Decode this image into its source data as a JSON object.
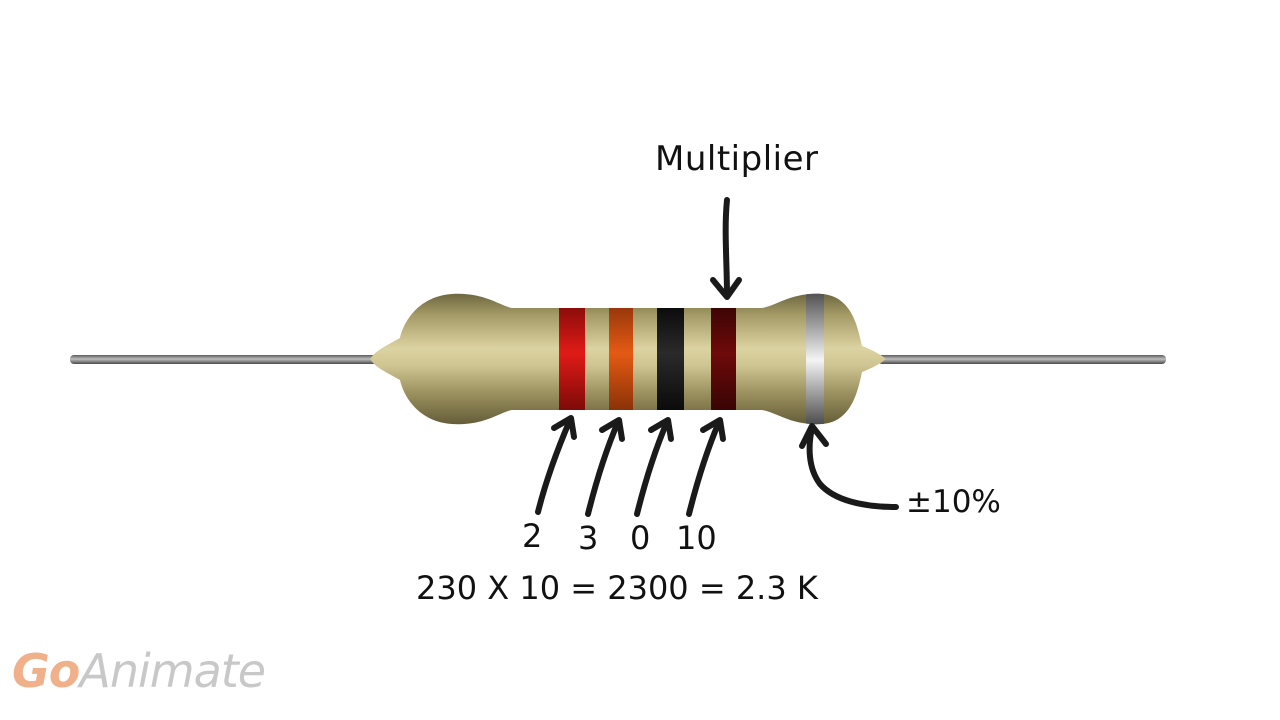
{
  "labels": {
    "multiplier": "Multiplier",
    "tolerance": "±10%",
    "band_values": [
      "2",
      "3",
      "0",
      "10"
    ],
    "equation": "230 X 10 = 2300 = 2.3 K"
  },
  "logo": {
    "go": "Go",
    "animate": "Animate",
    "go_color": "#f0b08a",
    "animate_color": "#c8c8c8"
  },
  "colors": {
    "body": "#b8ad7c",
    "band_red": "#c8100f",
    "band_orange": "#d84a10",
    "band_black": "#101010",
    "band_brown": "#5a0606",
    "band_silver": "#8a8a8a",
    "lead": "#8c8c8c",
    "ink": "#111111"
  }
}
